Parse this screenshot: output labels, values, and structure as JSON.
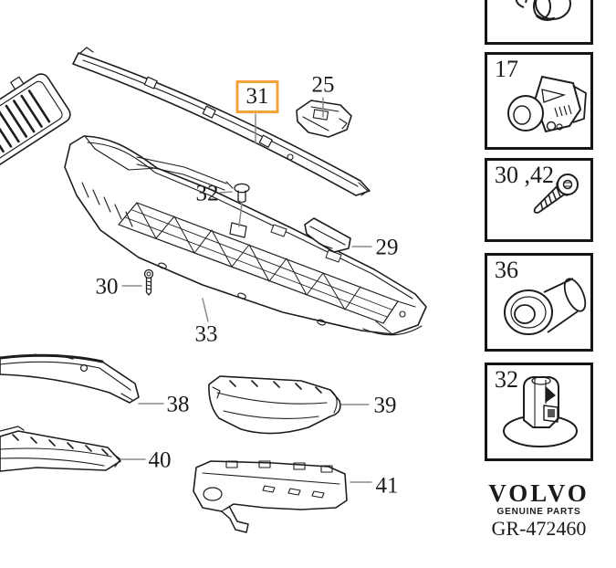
{
  "page": {
    "background_color": "#ffffff",
    "line_color": "#1d1d1d",
    "leader_color": "#8a8a8a",
    "highlight_color": "#F2A33C"
  },
  "diagram": {
    "callouts": [
      {
        "label": "25",
        "highlighted": false
      },
      {
        "label": "31",
        "highlighted": true
      },
      {
        "label": "32",
        "highlighted": false
      },
      {
        "label": "29",
        "highlighted": false
      },
      {
        "label": "30",
        "highlighted": false
      },
      {
        "label": "33",
        "highlighted": false
      },
      {
        "label": "38",
        "highlighted": false
      },
      {
        "label": "39",
        "highlighted": false
      },
      {
        "label": "40",
        "highlighted": false
      },
      {
        "label": "41",
        "highlighted": false
      }
    ],
    "parts": {
      "grille": "radiator-grille-partial",
      "p31": "front-spoiler-strip",
      "p25": "bracket",
      "p33": "engine-skid-plate",
      "p29": "air-deflector-strip",
      "p30": "screw",
      "p32": "clip",
      "p38": "trim-moulding-left",
      "p39": "trim-moulding-center",
      "p40": "trim-moulding-lower-left",
      "p41": "bumper-bracket"
    }
  },
  "sidebar": {
    "detail_boxes": [
      {
        "label": "",
        "part": "clip-partial"
      },
      {
        "label": "17",
        "part": "parking-sensor"
      },
      {
        "label": "30 ,42",
        "part": "torx-screw"
      },
      {
        "label": "36",
        "part": "grommet-bushing"
      },
      {
        "label": "32",
        "part": "expansion-clip"
      }
    ]
  },
  "footer": {
    "brand": "VOLVO",
    "tagline": "GENUINE PARTS",
    "drawing_number": "GR-472460"
  }
}
